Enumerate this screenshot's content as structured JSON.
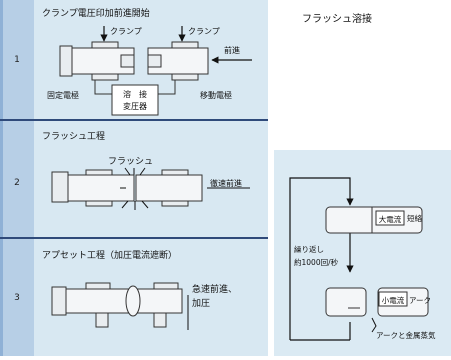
{
  "page_title": "フラッシュ溶接",
  "colors": {
    "step_column": "#b7cfe6",
    "panel_bg": "#d8e8f2",
    "right_panel_bg": "#dbeaf3",
    "separator": "#2f4a7a",
    "electrode_fill": "#e9edf0",
    "workpiece_fill": "#f4f6f8"
  },
  "steps": [
    {
      "number": "1",
      "title": "クランプ電圧印加前進開始",
      "clamp_left": "クランプ",
      "clamp_right": "クランプ",
      "advance": "前進",
      "fixed_electrode": "固定電極",
      "transformer_line1": "溶　接",
      "transformer_line2": "変圧器",
      "moving_electrode": "移動電極"
    },
    {
      "number": "2",
      "title": "フラッシュ工程",
      "flash": "フラッシュ",
      "slow_advance": "徹速前進"
    },
    {
      "number": "3",
      "title": "アプセット工程（加圧電流遮断）",
      "rapid_line1": "急速前進、",
      "rapid_line2": "加圧"
    }
  ],
  "cycle": {
    "large_current": "大電流",
    "short_circuit": "短絡",
    "repeat_line1": "繰り返し",
    "repeat_line2": "約1000回/秒",
    "small_current": "小電流",
    "arc": "アーク",
    "arc_metal_vapor": "アークと金属蒸気"
  }
}
